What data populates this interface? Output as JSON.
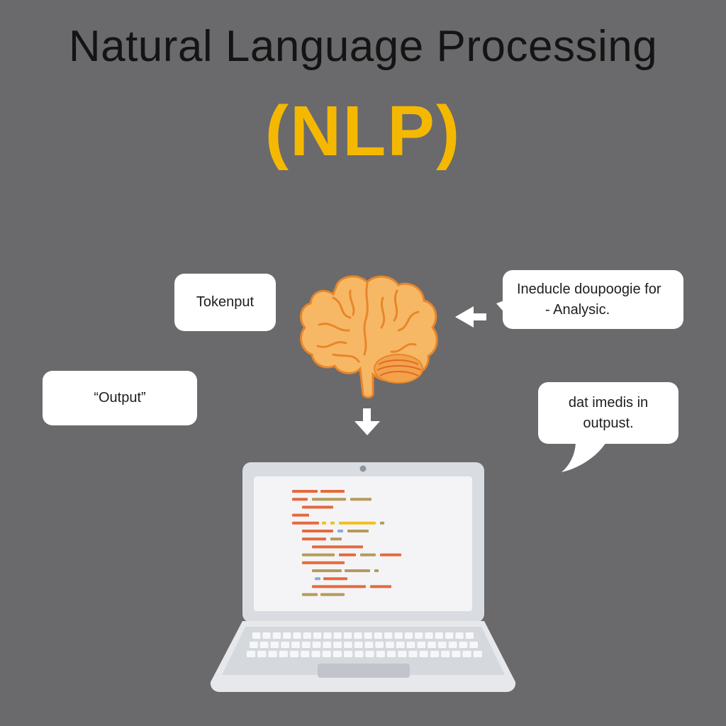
{
  "header": {
    "title": "Natural Language Processing",
    "subtitle": "(NLP)"
  },
  "bubbles": {
    "tokenput": "Tokenput",
    "output": "“Output”",
    "induce_line1": "Ineducle doupoogie for",
    "induce_line2": "- Analysic.",
    "data_line1": "dat imedis in",
    "data_line2": "outpust."
  },
  "colors": {
    "background": "#6a6a6c",
    "title": "#141414",
    "accent": "#f5b800",
    "brain_fill": "#f7b866",
    "brain_stroke": "#e8862a",
    "laptop_body": "#d9dce1",
    "screen": "#f4f4f6",
    "code_orange": "#e46a3c",
    "code_olive": "#b59a5a",
    "code_yellow": "#f0c020",
    "code_blue": "#8aaad6"
  },
  "icons": {
    "brain": "brain-icon",
    "laptop": "laptop-icon",
    "arrow_down": "arrow-down-icon",
    "arrow_left": "arrow-left-icon"
  }
}
